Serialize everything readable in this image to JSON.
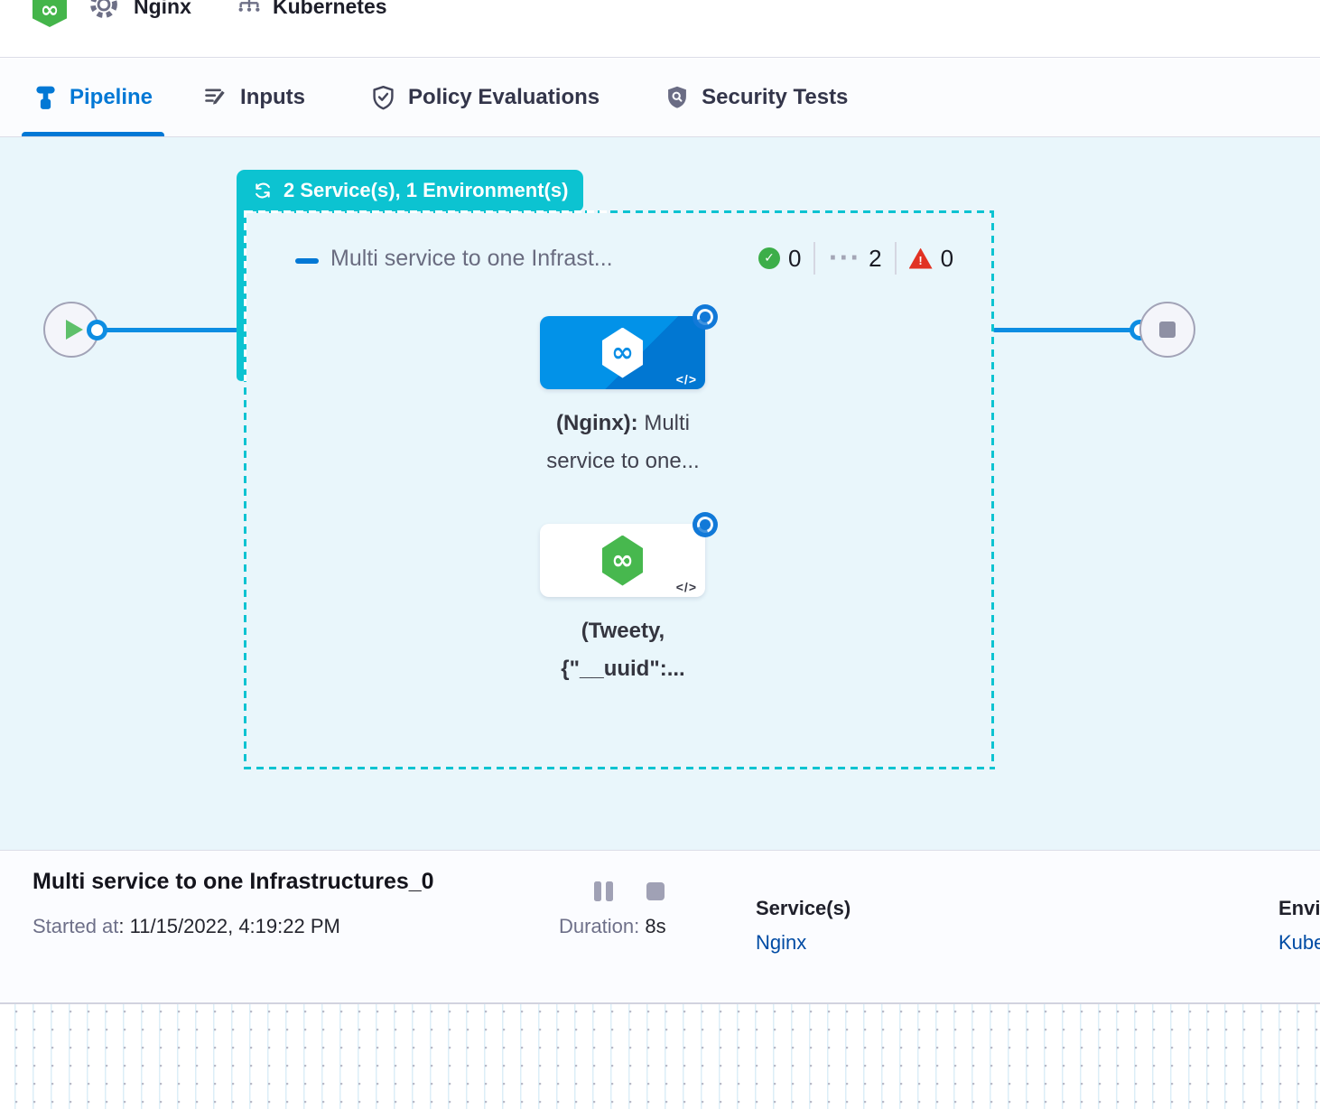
{
  "header": {
    "service": "Nginx",
    "environment": "Kubernetes"
  },
  "tabs": {
    "pipeline": "Pipeline",
    "inputs": "Inputs",
    "policy": "Policy Evaluations",
    "security": "Security Tests"
  },
  "canvas": {
    "group_badge": "2 Service(s), 1 Environment(s)",
    "stage_name": "Multi service to one Infrast...",
    "counts": {
      "success": "0",
      "running": "2",
      "failed": "0"
    },
    "node1": {
      "bold": "(Nginx):",
      "rest": " Multi service to one..."
    },
    "node2": {
      "bold": "(Tweety, {\"__uuid\":..."
    }
  },
  "footer": {
    "title": "Multi service to one Infrastructures_0",
    "started_label": "Started at",
    "started_value": ": 11/15/2022, 4:19:22 PM",
    "duration_label": "Duration:",
    "duration_value": " 8s",
    "services_label": "Service(s)",
    "services_value": "Nginx",
    "environments_label": "Environment(s)",
    "environments_value": "Kubernetes"
  },
  "icons": {
    "infinity": "∞",
    "code": "</>",
    "check": "✓",
    "ellipsis": "···",
    "warning": "!"
  },
  "colors": {
    "accent_blue": "#0278d5",
    "edge_blue": "#0d8de2",
    "teal": "#0cc3d1",
    "green": "#44b54a",
    "success_green": "#3cae49",
    "fail_red": "#e13223",
    "link_blue": "#004ba4",
    "canvas_bg": "#e9f6fb"
  }
}
